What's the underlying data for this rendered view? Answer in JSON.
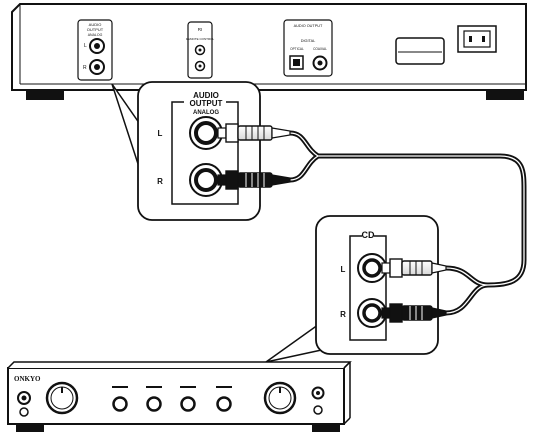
{
  "player": {
    "rear_labels": {
      "audio_output_top": "AUDIO",
      "audio_output_mid": "OUTPUT",
      "audio_output_sub": "ANALOG",
      "l": "L",
      "r": "R",
      "rI": "RI",
      "remote": "REMOTE CONTROL",
      "digital_top": "AUDIO OUTPUT",
      "digital": "DIGITAL",
      "optical": "OPTICAL",
      "coaxial": "COAXIAL"
    }
  },
  "callout_player": {
    "title_line1": "AUDIO",
    "title_line2": "OUTPUT",
    "subtitle": "ANALOG",
    "left_label": "L",
    "right_label": "R"
  },
  "callout_amp": {
    "title": "CD",
    "left_label": "L",
    "right_label": "R"
  },
  "amplifier": {
    "brand": "ONKYO"
  }
}
